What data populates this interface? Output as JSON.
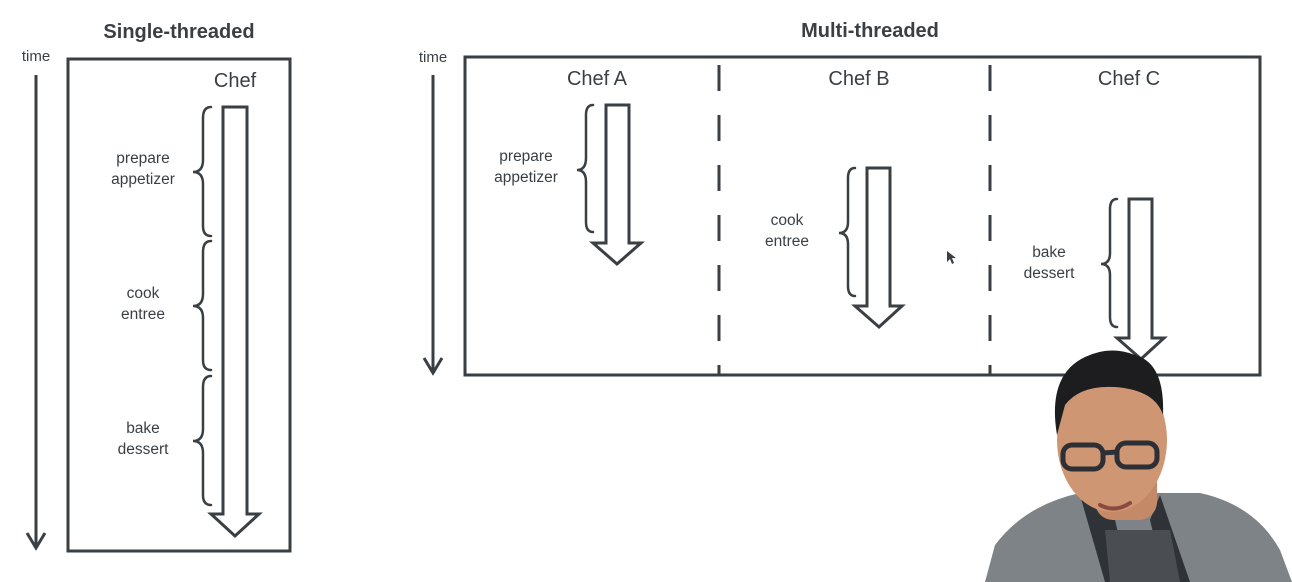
{
  "single": {
    "title": "Single-threaded",
    "time_label": "time",
    "chef": "Chef",
    "tasks": [
      {
        "line1": "prepare",
        "line2": "appetizer"
      },
      {
        "line1": "cook",
        "line2": "entree"
      },
      {
        "line1": "bake",
        "line2": "dessert"
      }
    ]
  },
  "multi": {
    "title": "Multi-threaded",
    "time_label": "time",
    "lanes": [
      {
        "chef": "Chef A",
        "task": {
          "line1": "prepare",
          "line2": "appetizer"
        }
      },
      {
        "chef": "Chef B",
        "task": {
          "line1": "cook",
          "line2": "entree"
        }
      },
      {
        "chef": "Chef C",
        "task": {
          "line1": "bake",
          "line2": "dessert"
        }
      }
    ]
  },
  "presenter": {
    "description": "presenter webcam overlay"
  },
  "colors": {
    "ink": "#3a3f44",
    "background": "#ffffff"
  }
}
